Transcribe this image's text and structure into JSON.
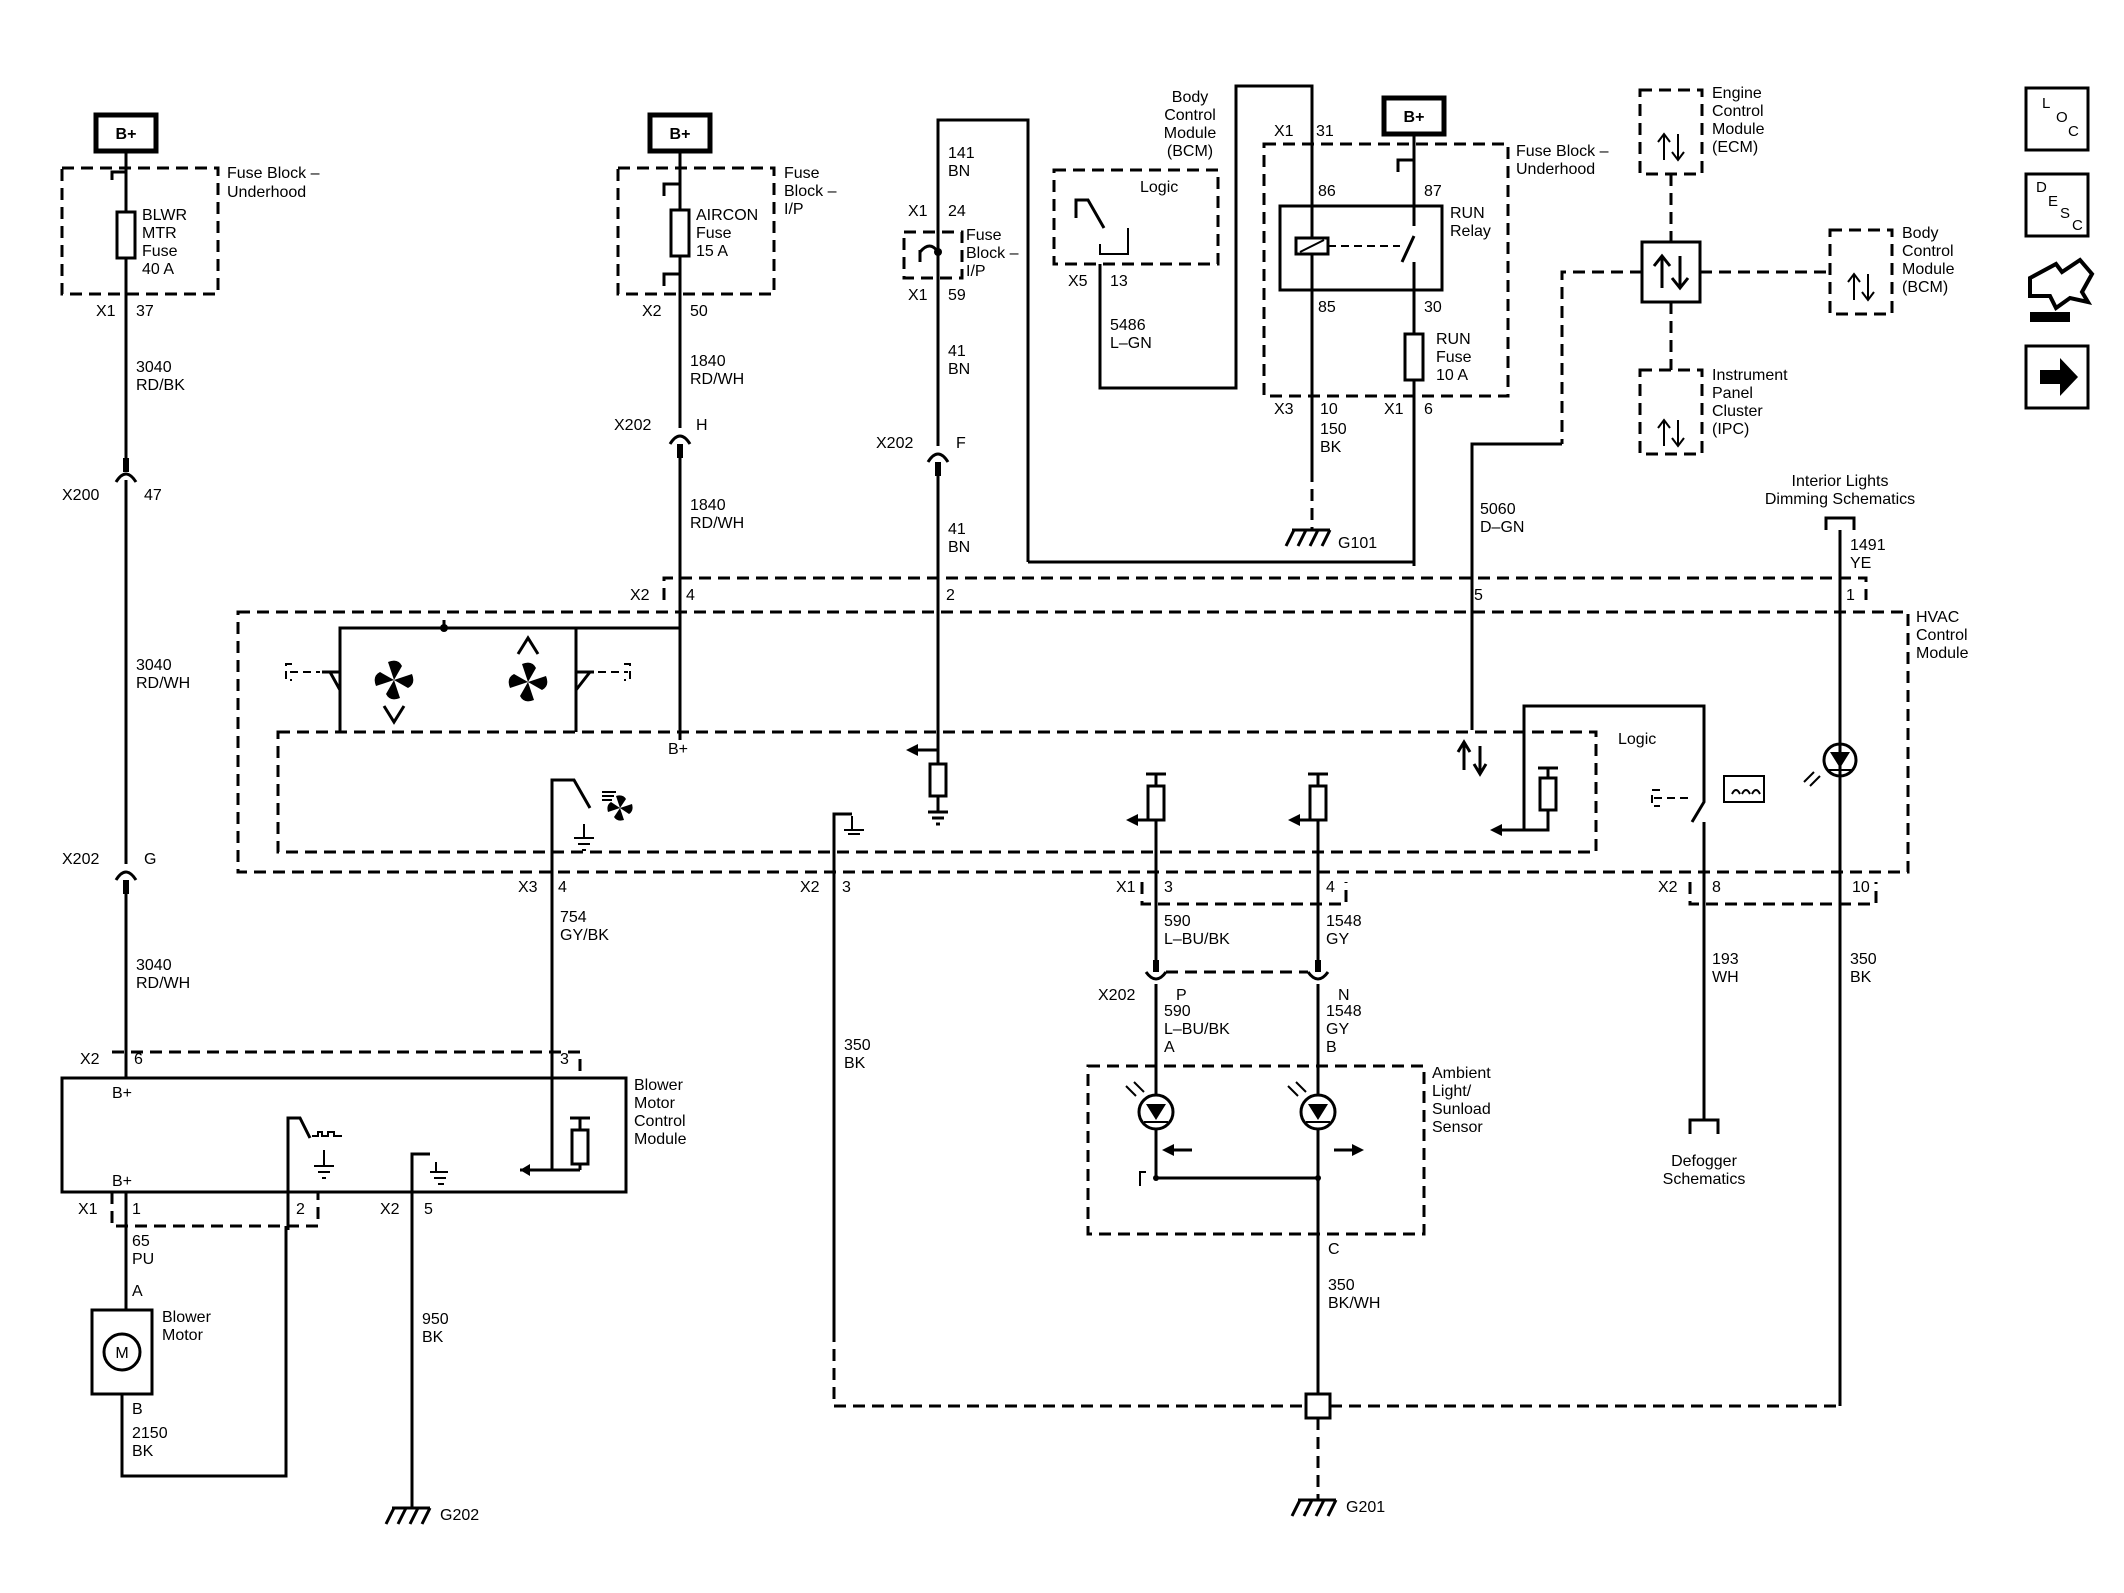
{
  "sources": {
    "bplus_1": "B+",
    "bplus_2": "B+",
    "bplus_3": "B+"
  },
  "fuse_block_underhood": {
    "title_1": "Fuse Block –",
    "title_2": "Underhood"
  },
  "blwr_fuse": {
    "line1": "BLWR",
    "line2": "MTR",
    "line3": "Fuse",
    "line4": "40 A"
  },
  "fuse_block_ip": {
    "title_1": "Fuse",
    "title_2": "Block –",
    "title_3": "I/P"
  },
  "aircon_fuse": {
    "line1": "AIRCON",
    "line2": "Fuse",
    "line3": "15 A"
  },
  "fuse_block_ip_small": {
    "line1": "Fuse",
    "line2": "Block –",
    "line3": "I/P"
  },
  "bcm_top": {
    "line1": "Body",
    "line2": "Control",
    "line3": "Module",
    "line4": "(BCM)",
    "logic": "Logic"
  },
  "fuse_block_underhood_2": {
    "line1": "Fuse Block –",
    "line2": "Underhood"
  },
  "run_relay": {
    "line1": "RUN",
    "line2": "Relay",
    "pin86": "86",
    "pin87": "87",
    "pin85": "85",
    "pin30": "30"
  },
  "run_fuse": {
    "line1": "RUN",
    "line2": "Fuse",
    "line3": "10 A"
  },
  "ecm": {
    "line1": "Engine",
    "line2": "Control",
    "line3": "Module",
    "line4": "(ECM)"
  },
  "bcm_right": {
    "line1": "Body",
    "line2": "Control",
    "line3": "Module",
    "line4": "(BCM)"
  },
  "ipc": {
    "line1": "Instrument",
    "line2": "Panel",
    "line3": "Cluster",
    "line4": "(IPC)"
  },
  "interior_lights": {
    "line1": "Interior Lights",
    "line2": "Dimming Schematics"
  },
  "hvac": {
    "line1": "HVAC",
    "line2": "Control",
    "line3": "Module",
    "logic": "Logic",
    "bplus": "B+"
  },
  "blower_module": {
    "line1": "Blower",
    "line2": "Motor",
    "line3": "Control",
    "line4": "Module",
    "bplus_top": "B+",
    "bplus_bottom": "B+"
  },
  "blower_motor": {
    "line1": "Blower",
    "line2": "Motor",
    "symbol": "M",
    "pinA": "A",
    "pinB": "B"
  },
  "ambient": {
    "line1": "Ambient",
    "line2": "Light/",
    "line3": "Sunload",
    "line4": "Sensor",
    "pinA": "A",
    "pinB": "B",
    "pinC": "C"
  },
  "defogger": {
    "line1": "Defogger",
    "line2": "Schematics"
  },
  "grounds": {
    "g101": "G101",
    "g202": "G202",
    "g201": "G201"
  },
  "connectors": {
    "x1_37": [
      "X1",
      "37"
    ],
    "x2_50": [
      "X2",
      "50"
    ],
    "x1_24": [
      "X1",
      "24"
    ],
    "x1_59": [
      "X1",
      "59"
    ],
    "x5_13": [
      "X5",
      "13"
    ],
    "x1_31": [
      "X1",
      "31"
    ],
    "x3_10": [
      "X3",
      "10"
    ],
    "x1_6": [
      "X1",
      "6"
    ],
    "x200_47": [
      "X200",
      "47"
    ],
    "x202_h": [
      "X202",
      "H"
    ],
    "x202_f": [
      "X202",
      "F"
    ],
    "x202_g": [
      "X202",
      "G"
    ],
    "x2_4": [
      "X2",
      "4"
    ],
    "pin_2": "2",
    "pin_5": "5",
    "pin_1": "1",
    "x3_4": [
      "X3",
      "4"
    ],
    "x2_3": [
      "X2",
      "3"
    ],
    "x1_3": [
      "X1",
      "3"
    ],
    "pin_4b": "4",
    "x2_8": [
      "X2",
      "8"
    ],
    "pin_10": "10",
    "x202_p": [
      "X202",
      "P"
    ],
    "pin_n": "N",
    "x2_6": [
      "X2",
      "6"
    ],
    "pin_3b": "3",
    "x1_1": [
      "X1",
      "1"
    ],
    "pin_2b": "2",
    "x2_5": [
      "X2",
      "5"
    ]
  },
  "wires": {
    "w3040_rdbk": [
      "3040",
      "RD/BK"
    ],
    "w3040_rdwh_a": [
      "3040",
      "RD/WH"
    ],
    "w3040_rdwh_b": [
      "3040",
      "RD/WH"
    ],
    "w1840_a": [
      "1840",
      "RD/WH"
    ],
    "w1840_b": [
      "1840",
      "RD/WH"
    ],
    "w141": [
      "141",
      "BN"
    ],
    "w41_a": [
      "41",
      "BN"
    ],
    "w41_b": [
      "41",
      "BN"
    ],
    "w5486": [
      "5486",
      "L–GN"
    ],
    "w150": [
      "150",
      "BK"
    ],
    "w5060": [
      "5060",
      "D–GN"
    ],
    "w1491": [
      "1491",
      "YE"
    ],
    "w754": [
      "754",
      "GY/BK"
    ],
    "w350_a": [
      "350",
      "BK"
    ],
    "w590_a": [
      "590",
      "L–BU/BK"
    ],
    "w1548_a": [
      "1548",
      "GY"
    ],
    "w590_b": [
      "590",
      "L–BU/BK"
    ],
    "w1548_b": [
      "1548",
      "GY"
    ],
    "w193": [
      "193",
      "WH"
    ],
    "w350_b": [
      "350",
      "BK"
    ],
    "w65": [
      "65",
      "PU"
    ],
    "w2150": [
      "2150",
      "BK"
    ],
    "w950": [
      "950",
      "BK"
    ],
    "w350_c": [
      "350",
      "BK/WH"
    ]
  },
  "side_icons": {
    "loc": "LOC",
    "desc": "DESC"
  }
}
